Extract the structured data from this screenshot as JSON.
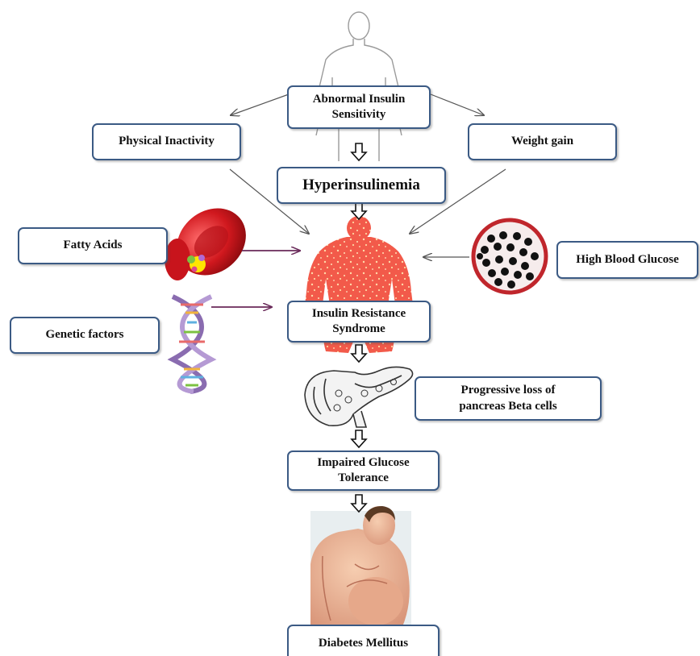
{
  "diagram": {
    "nodes": {
      "abnormal_insulin": "Abnormal Insulin\nSensitivity",
      "physical_inactivity": "Physical  Inactivity",
      "weight_gain": "Weight gain",
      "hyperinsulinemia": "Hyperinsulinemia",
      "fatty_acids": "Fatty Acids",
      "high_blood_glucose": "High Blood Glucose",
      "genetic_factors": "Genetic factors",
      "insulin_resistance": "Insulin Resistance\nSyndrome",
      "beta_cells": "Progressive loss of\npancreas Beta cells",
      "impaired_glucose": "Impaired Glucose\nTolerance",
      "diabetes": "Diabetes Mellitus"
    },
    "icons": [
      "human-outline-icon",
      "red-blood-cell-icon",
      "dna-helix-icon",
      "obese-body-icon",
      "blood-glucose-vessel-icon",
      "pancreas-icon",
      "obese-man-illustration"
    ],
    "colors": {
      "box_border": "#3b5a84",
      "body_red": "#f0584a",
      "arrow_purple": "#6a2a5a",
      "arrow_gray": "#555555"
    }
  }
}
